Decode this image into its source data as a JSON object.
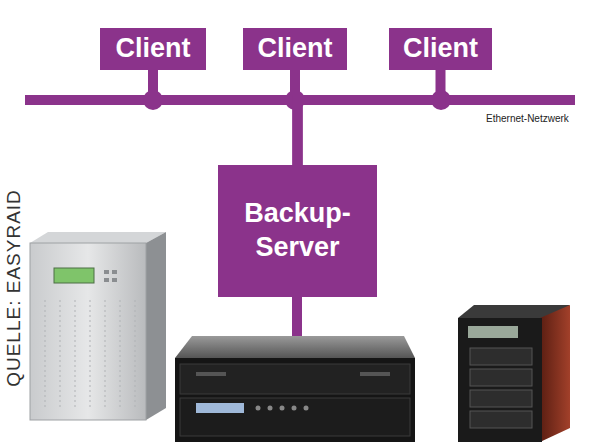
{
  "diagram": {
    "nodes": [
      {
        "text": [
          "Client"
        ]
      },
      {
        "text": [
          "Client"
        ]
      },
      {
        "text": [
          "Client"
        ]
      },
      {
        "text": [
          "Backup- Server"
        ]
      }
    ],
    "edges": [
      {
        "from": 0,
        "to": 3,
        "arrow": "none"
      },
      {
        "from": 1,
        "to": 3,
        "arrow": "none"
      },
      {
        "from": 2,
        "to": 3,
        "arrow": "none"
      }
    ],
    "labels": [
      "Ethernet-Netzwerk",
      "QUELLE: EASYRAID"
    ]
  }
}
